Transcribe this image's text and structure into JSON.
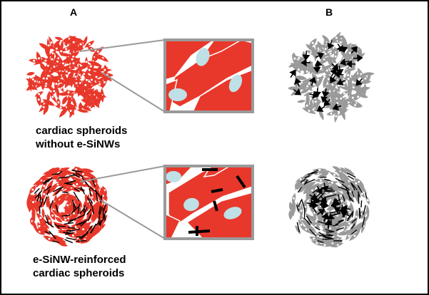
{
  "panels": {
    "a": {
      "letter": "A"
    },
    "b": {
      "letter": "B"
    }
  },
  "captions": {
    "top": {
      "line1": "cardiac spheroids",
      "line2": "without e-SiNWs"
    },
    "bottom": {
      "line1": "e-SiNW-reinforced",
      "line2": "cardiac spheroids"
    }
  },
  "colors": {
    "cell_red": "#e8382b",
    "nucleus": "#bfe0e6",
    "gray_cell": "#9a9a9a",
    "frame_gray": "#9a9a9a",
    "wire_black": "#000000",
    "border": "#000000"
  },
  "icons": {
    "cell": "red-cardiomyocyte-shape",
    "nucleus": "light-blue-ellipse",
    "nanowire": "black-short-line",
    "arrow": "black-arrow"
  }
}
